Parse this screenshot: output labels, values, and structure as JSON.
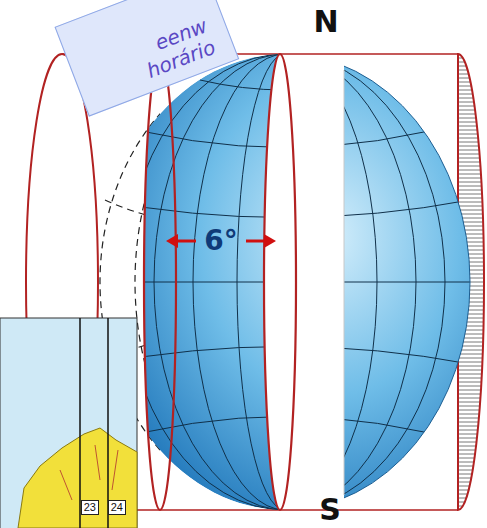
{
  "diagram": {
    "nodes": [
      {
        "text": [
          "eenw",
          "horário"
        ]
      },
      {
        "text": [
          "23"
        ]
      },
      {
        "text": [
          "24"
        ]
      }
    ],
    "labels": [
      "N",
      "6°",
      "S"
    ]
  }
}
